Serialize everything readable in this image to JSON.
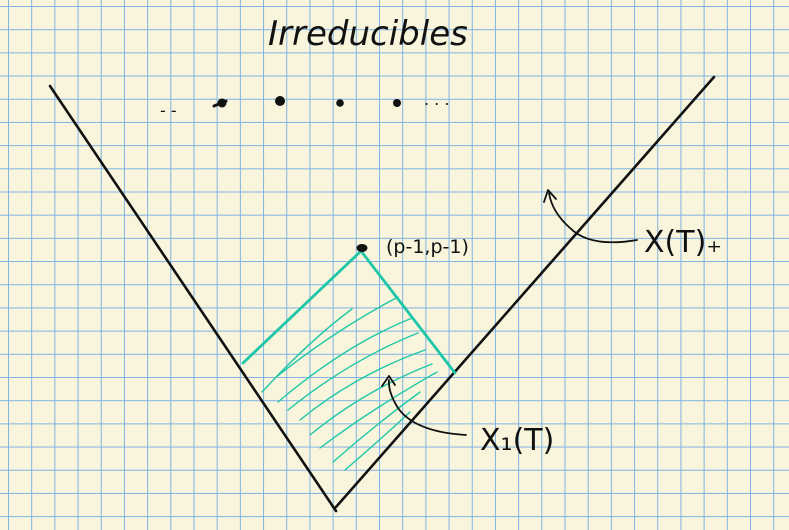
{
  "diagram": {
    "title": "Irreducibles",
    "dots_row": {
      "leading": "- -",
      "trailing": ". . ."
    },
    "apex_label": "(p-1,p-1)",
    "region_label_x1": "X₁(T)",
    "region_label_x_plus": "X(T)₊"
  },
  "colors": {
    "ink": "#111111",
    "teal": "#1fc6a8",
    "grid": "#7fb3e3",
    "paper": "#f8f5dc"
  }
}
